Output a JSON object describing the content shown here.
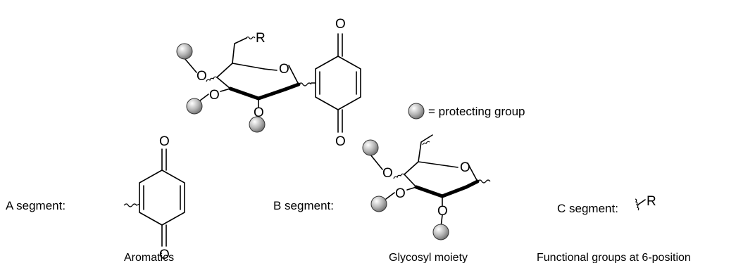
{
  "atoms": {
    "oxygen": "O",
    "r_group": "R"
  },
  "legend": {
    "text": "= protecting group"
  },
  "segments": {
    "a": {
      "label": "A segment:",
      "caption": "Aromatics"
    },
    "b": {
      "label": "B segment:",
      "caption": "Glycosyl moiety"
    },
    "c": {
      "label": "C segment:",
      "caption": "Functional groups at 6-position"
    }
  },
  "colors": {
    "sphere_light": "#ffffff",
    "sphere_dark": "#6a6a6a",
    "bond": "#000000"
  }
}
